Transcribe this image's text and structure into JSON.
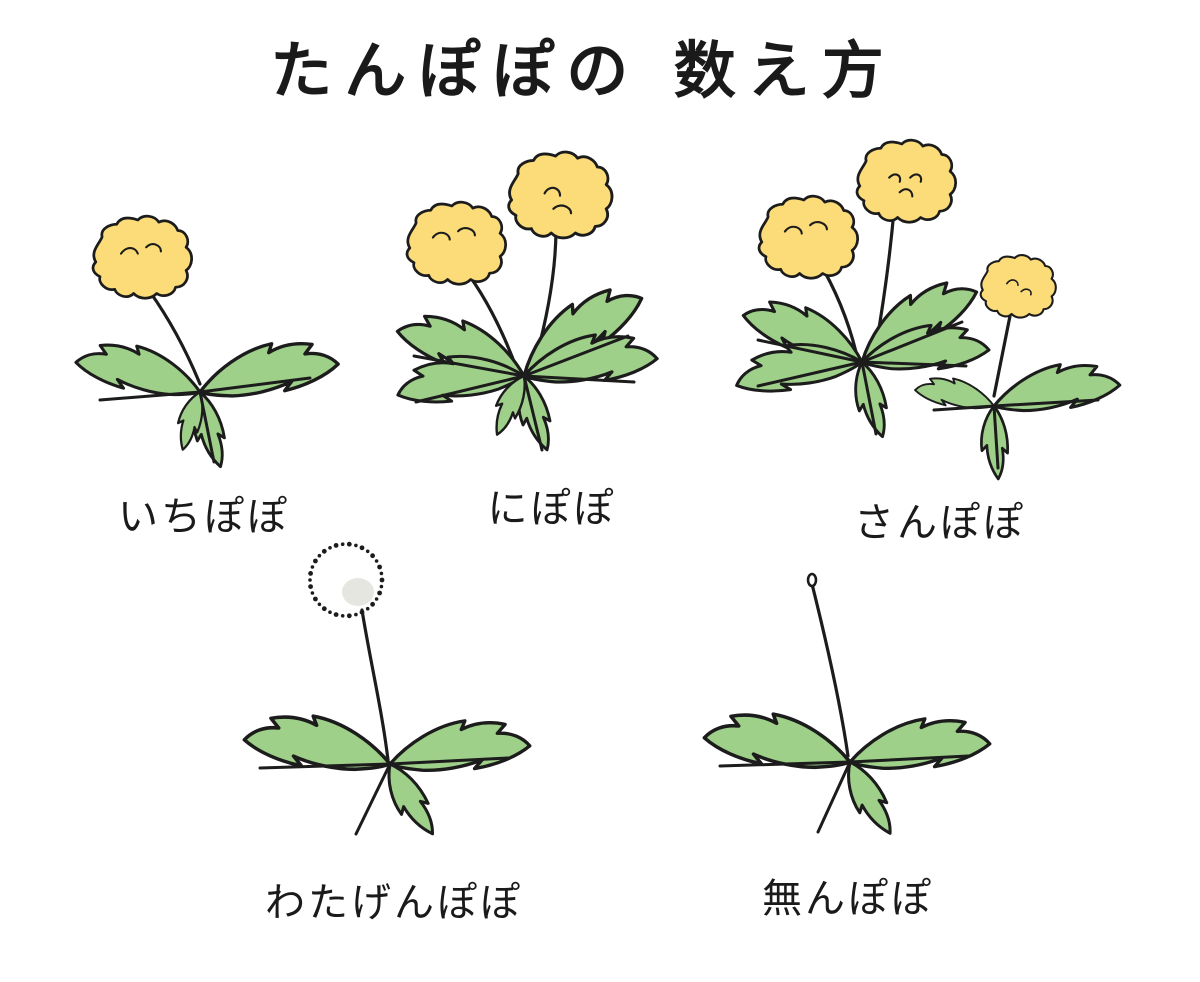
{
  "title": "たんぽぽの 数え方",
  "plants": [
    {
      "id": "one",
      "label": "いちぽぽ",
      "flowers": 1,
      "state": "bloom"
    },
    {
      "id": "two",
      "label": "にぽぽ",
      "flowers": 2,
      "state": "bloom"
    },
    {
      "id": "three",
      "label": "さんぽぽ",
      "flowers": 3,
      "state": "bloom"
    },
    {
      "id": "fluff",
      "label": "わたげんぽぽ",
      "flowers": 1,
      "state": "seed-head"
    },
    {
      "id": "none",
      "label": "無んぽぽ",
      "flowers": 0,
      "state": "bare-stem"
    }
  ],
  "colors": {
    "flower": "#fcdc78",
    "leaf": "#9fd08a",
    "outline": "#1c1c1c"
  }
}
